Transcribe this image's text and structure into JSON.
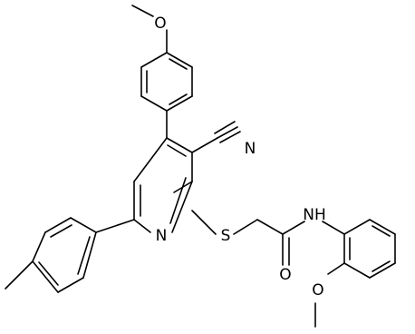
{
  "molecule": {
    "labels": {
      "methoxy_top_O": "O",
      "nitrile_N": "N",
      "pyridine_N": "N",
      "thioether_S": "S",
      "amide_NH": "NH",
      "carbonyl_O": "O",
      "methoxy_bottom_O": "O"
    }
  }
}
